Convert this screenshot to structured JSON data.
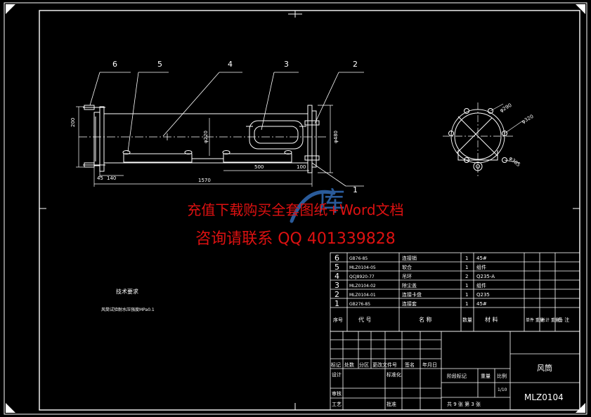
{
  "colors": {
    "background": "#000000",
    "line": "#ffffff",
    "watermark": "#dd1111",
    "watermark_logo": "#2a5b9a"
  },
  "drawing": {
    "callouts": [
      "6",
      "5",
      "4",
      "3",
      "2",
      "1"
    ],
    "dims": {
      "d200": "200",
      "d140": "140",
      "d45": "45",
      "d1570": "1570",
      "d500": "500",
      "d100": "100",
      "d220": "φ220",
      "d480": "φ480",
      "c_top": "φ290",
      "c_right": "φ320",
      "c_bottom": "φ365"
    },
    "tech": {
      "title": "技术要求",
      "body": "风筒试验耐水压强度MPa0.1"
    }
  },
  "watermark": {
    "line1": "充值下载购买全套图纸+Word文档",
    "line2": "咨询请联系 QQ 401339828",
    "logo_text": "库"
  },
  "bom": {
    "rows": [
      {
        "no": "6",
        "code": "GB76-85",
        "name": "连接销",
        "qty": "1",
        "mat": "45#"
      },
      {
        "no": "5",
        "code": "MLZ0104-05",
        "name": "软合",
        "qty": "1",
        "mat": "组件"
      },
      {
        "no": "4",
        "code": "QCJ8920-77",
        "name": "吊环",
        "qty": "2",
        "mat": "Q235-A"
      },
      {
        "no": "3",
        "code": "MLZ0104-02",
        "name": "除尘盖",
        "qty": "1",
        "mat": "组件"
      },
      {
        "no": "2",
        "code": "MLZ0104-01",
        "name": "连接卡盘",
        "qty": "1",
        "mat": "Q235"
      },
      {
        "no": "1",
        "code": "GB276-85",
        "name": "连接套",
        "qty": "1",
        "mat": "45#"
      }
    ],
    "header": {
      "no": "序号",
      "code": "代 号",
      "name": "名 称",
      "qty": "数量",
      "mat": "材 料",
      "unit_w": "单件 重量",
      "total_w": "总计 重量",
      "note": "备 注"
    }
  },
  "title_block": {
    "rev_cols": [
      "标记",
      "处数",
      "分区",
      "更改文件号",
      "签名",
      "年月日"
    ],
    "design": "设计",
    "std": "标准化",
    "review": "审核",
    "process": "工艺",
    "approve": "批准",
    "stage": "阶段标记",
    "weight": "重量",
    "scale": "比例",
    "scale_value": "1/10",
    "sheets": "共 9 张 第 3 张",
    "part_name": "风筒",
    "drawing_no": "MLZ0104"
  }
}
